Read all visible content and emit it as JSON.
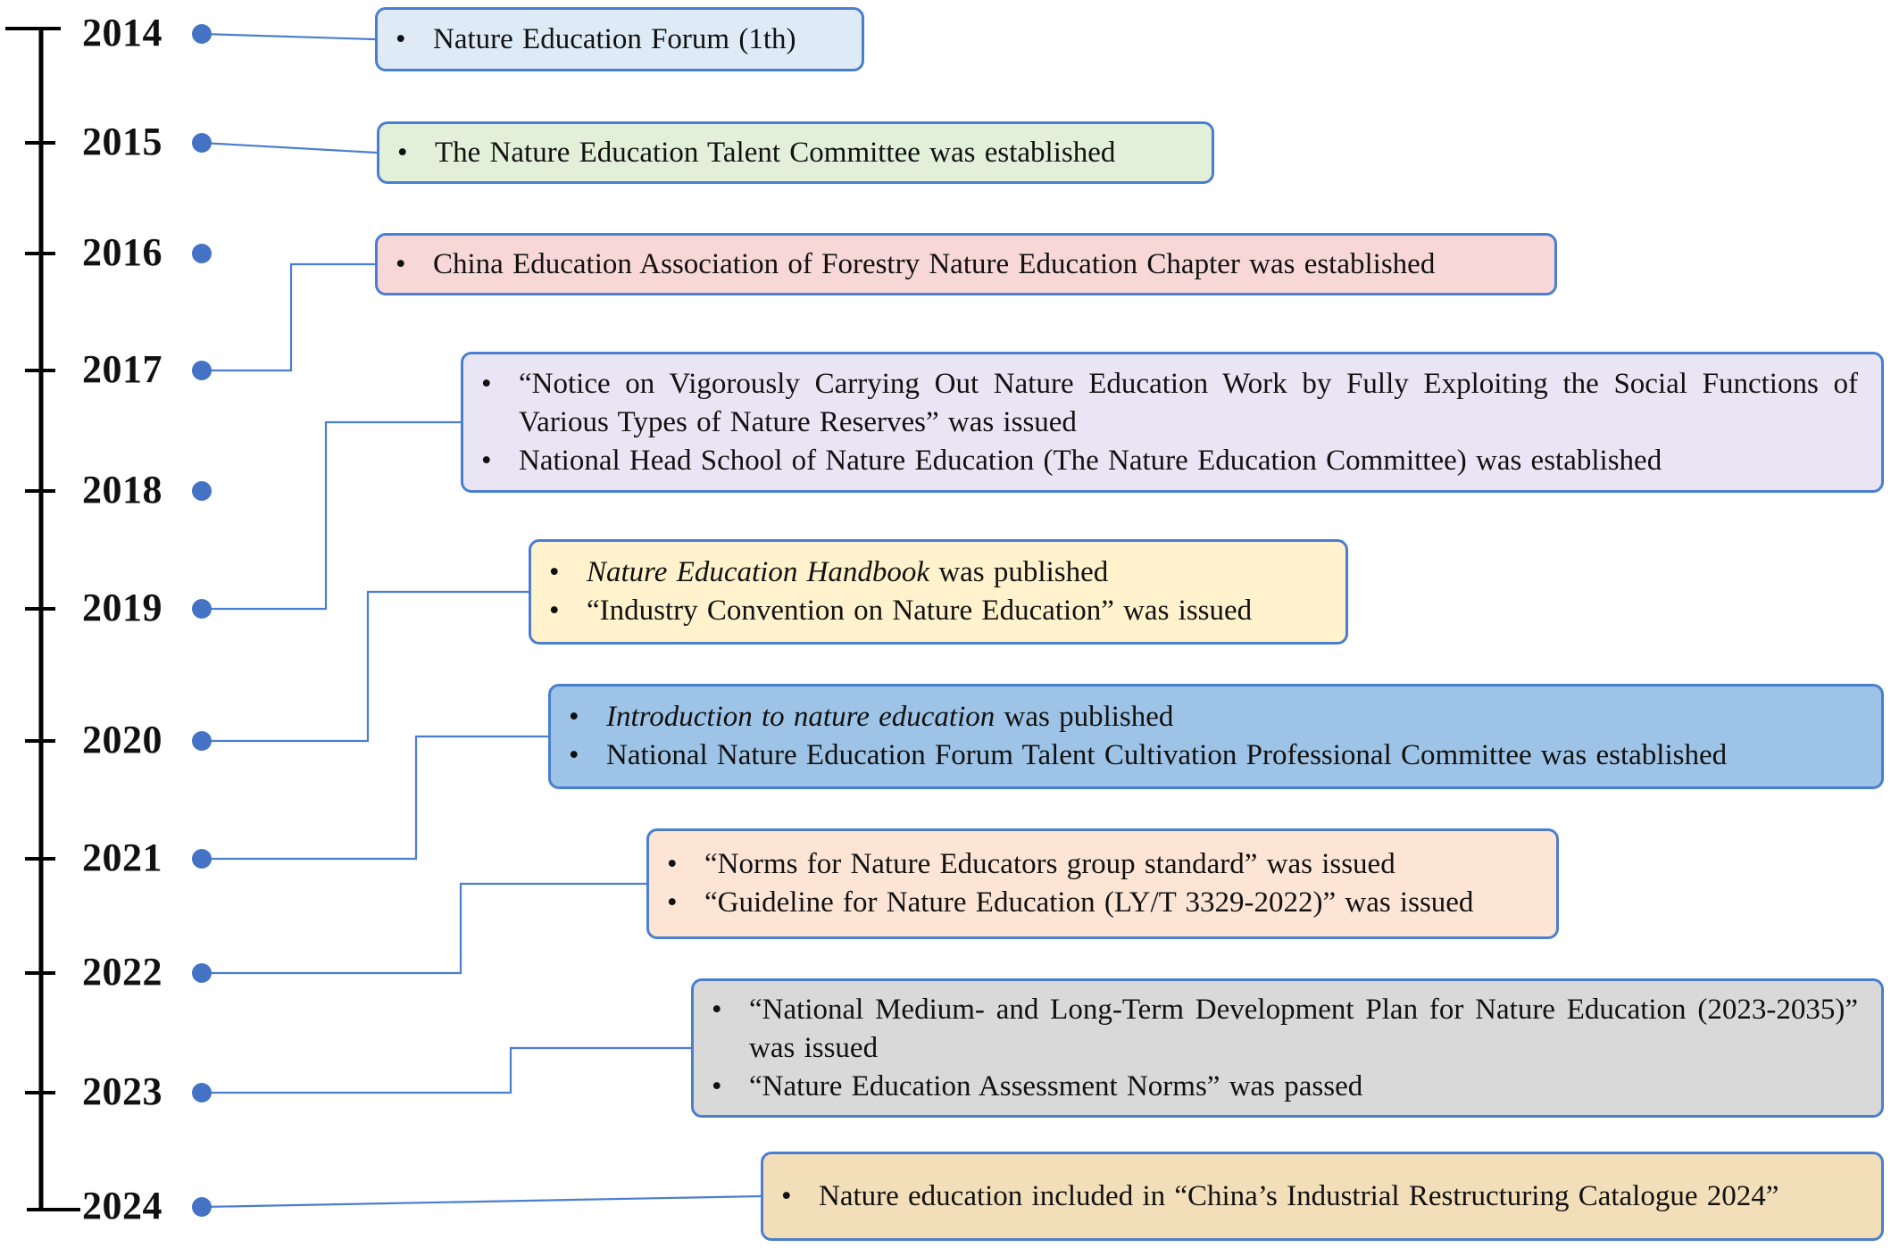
{
  "timeline": {
    "years": [
      "2014",
      "2015",
      "2016",
      "2017",
      "2018",
      "2019",
      "2020",
      "2021",
      "2022",
      "2023",
      "2024"
    ],
    "events": [
      {
        "year": "2014",
        "color": "#deebf7",
        "items": [
          {
            "text": "Nature Education Forum (1th)"
          }
        ]
      },
      {
        "year": "2015",
        "color": "#e2efd9",
        "items": [
          {
            "text": "The Nature Education Talent Committee was established"
          }
        ]
      },
      {
        "year": "2017",
        "color": "#f8d7d7",
        "items": [
          {
            "text": "China Education Association of Forestry Nature Education Chapter was established"
          }
        ]
      },
      {
        "year": "2019",
        "color": "#e9e5f4",
        "items": [
          {
            "text": "“Notice on Vigorously Carrying Out Nature Education Work by Fully Exploiting the Social Functions of Various Types of Nature Reserves” was issued"
          },
          {
            "text": "National Head School of Nature Education (The Nature Education Committee) was established"
          }
        ]
      },
      {
        "year": "2020",
        "color": "#fff2cc",
        "items": [
          {
            "title": "Nature Education Handbook",
            "text": " was published"
          },
          {
            "text": "“Industry Convention on Nature Education” was issued"
          }
        ]
      },
      {
        "year": "2021",
        "color": "#9dc3e6",
        "items": [
          {
            "title": "Introduction to nature education",
            "text": " was published"
          },
          {
            "text": "National Nature Education Forum Talent Cultivation Professional Committee was established"
          }
        ]
      },
      {
        "year": "2022",
        "color": "#fde5d6",
        "items": [
          {
            "text": "“Norms for Nature Educators group standard” was issued"
          },
          {
            "text": "“Guideline for Nature Education (LY/T 3329-2022)” was issued"
          }
        ]
      },
      {
        "year": "2023",
        "color": "#d9d9d9",
        "items": [
          {
            "text": "“National Medium- and Long-Term Development Plan for Nature Education (2023-2035)” was issued"
          },
          {
            "text": "“Nature Education Assessment Norms” was passed"
          }
        ]
      },
      {
        "year": "2024",
        "color": "#f2deb8",
        "items": [
          {
            "text": "Nature education included in “China’s Industrial Restructuring Catalogue 2024”"
          }
        ]
      }
    ]
  }
}
